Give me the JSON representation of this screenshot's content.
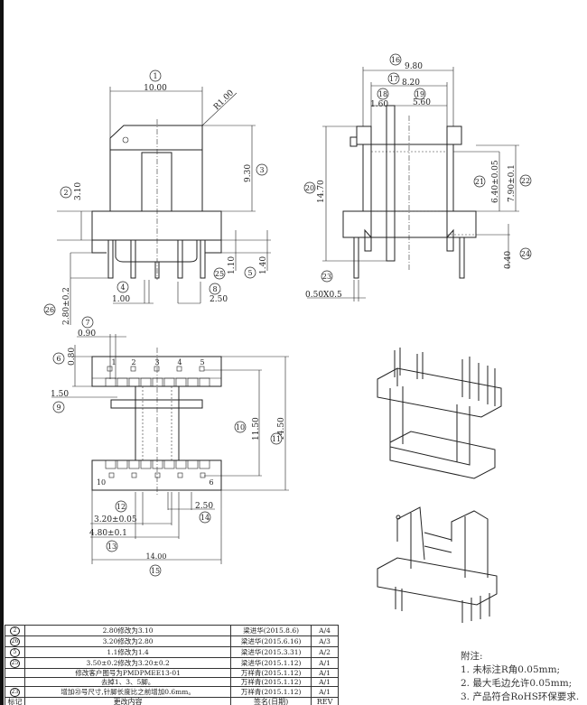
{
  "front_view": {
    "dims": {
      "width": "10.00",
      "radius": "R1.00",
      "height": "9.30",
      "flange": "3.10",
      "d25": "1.10",
      "d5": "1.40",
      "d4": "1.00",
      "d8": "2.50",
      "d26": "2.80±0.2"
    }
  },
  "side_view": {
    "dims": {
      "d16": "9.80",
      "d17": "8.20",
      "d18": "1.60",
      "d19": "5.60",
      "d20": "14.70",
      "d21": "6.40±0.05",
      "d22": "7.90±0.1",
      "d24": "0.40",
      "d23": "0.50X0.5"
    }
  },
  "bottom_view": {
    "pins_top": [
      "1",
      "2",
      "3",
      "4",
      "5"
    ],
    "pin_left": "10",
    "pin_right": "6",
    "dims": {
      "d7": "0.90",
      "d6": "0.80",
      "d9": "1.50",
      "d10": "11.50",
      "d11": "14.50",
      "d12": "3.20±0.05",
      "d13": "4.80±0.1",
      "d14": "2.50",
      "d15": "14.00"
    }
  },
  "balloons": [
    "1",
    "2",
    "3",
    "4",
    "5",
    "6",
    "7",
    "8",
    "9",
    "10",
    "11",
    "12",
    "13",
    "14",
    "15",
    "16",
    "17",
    "18",
    "19",
    "20",
    "21",
    "22",
    "23",
    "24",
    "25",
    "26"
  ],
  "revision_table": {
    "rows": [
      {
        "mark": "2",
        "content": "2.80修改为3.10",
        "sign": "梁进华(2015.8.6)",
        "rev": "A/4"
      },
      {
        "mark": "26",
        "content": "3.20修改为2.80",
        "sign": "梁进华(2015.6.16)",
        "rev": "A/3"
      },
      {
        "mark": "5",
        "content": "1.1修改为1.4",
        "sign": "梁进华(2015.3.31)",
        "rev": "A/2"
      },
      {
        "mark": "25",
        "content": "3.50±0.2修改为3.20±0.2",
        "sign": "梁进华(2015.1.12)",
        "rev": "A/1"
      },
      {
        "mark": "",
        "content": "修改客户图号为PMDPMEE13-01",
        "sign": "万祥青(2015.1.12)",
        "rev": "A/1"
      },
      {
        "mark": "",
        "content": "去掉1、3、5脚。",
        "sign": "万祥青(2015.1.12)",
        "rev": "A/1"
      },
      {
        "mark": "23",
        "content": "增加㉓号尺寸,针脚长度比之前增加0.6mm。",
        "sign": "万祥青(2015.1.12)",
        "rev": "A/1"
      }
    ],
    "header": {
      "mark": "标记",
      "content": "更改内容",
      "sign": "签名(日期)",
      "rev": "REV"
    }
  },
  "notes": {
    "title": "附注:",
    "items": [
      "1. 未标注R角0.05mm;",
      "2. 最大毛边允许0.05mm;",
      "3. 产品符合RoHS环保要求."
    ]
  }
}
